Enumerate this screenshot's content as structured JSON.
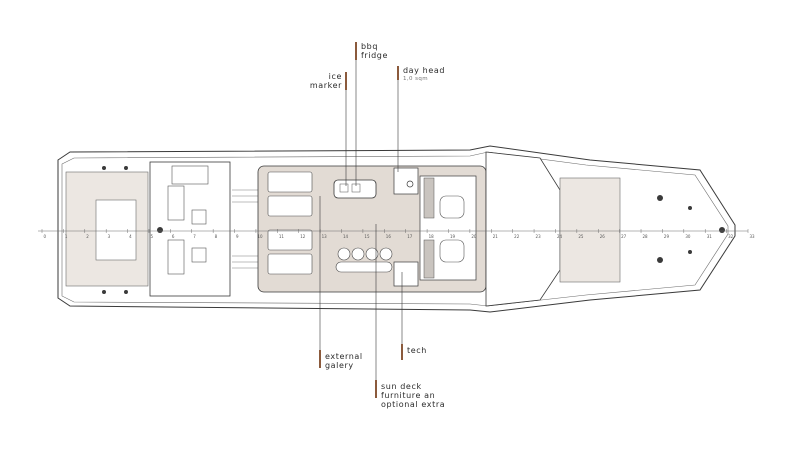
{
  "callouts": {
    "bbq": {
      "line1": "bbq",
      "line2": "fridge"
    },
    "ice": {
      "line1": "ice",
      "line2": "marker"
    },
    "dayhead": {
      "line1": "day head",
      "sub": "1,0 sqm"
    },
    "external": {
      "line1": "external",
      "line2": "galery"
    },
    "tech": {
      "line1": "tech"
    },
    "sundeck": {
      "line1": "sun deck",
      "line2": "furniture an",
      "line3": "optional extra"
    }
  },
  "scale_ticks": [
    "0",
    "1",
    "2",
    "3",
    "4",
    "5",
    "6",
    "7",
    "8",
    "9",
    "10",
    "11",
    "12",
    "13",
    "14",
    "15",
    "16",
    "17",
    "18",
    "19",
    "20",
    "21",
    "22",
    "23",
    "24",
    "25",
    "26",
    "27",
    "28",
    "29",
    "30",
    "31",
    "32",
    "33"
  ],
  "colors": {
    "leader": "#8b5a3c",
    "deck": "#d9d2cb",
    "line": "#3a3a3a"
  }
}
